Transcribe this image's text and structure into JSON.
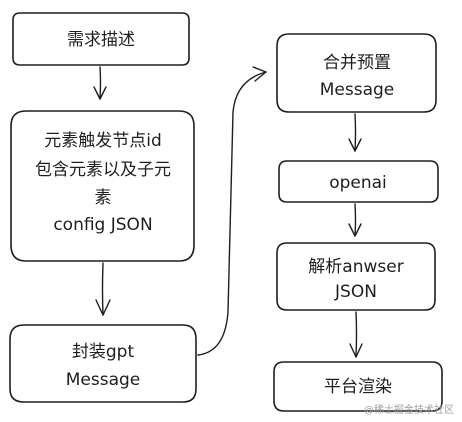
{
  "nodes": [
    {
      "id": "requirement",
      "lines": [
        "需求描述"
      ]
    },
    {
      "id": "element-node",
      "lines": [
        "元素触发节点id",
        "包含元素以及子元",
        "素",
        "config JSON"
      ]
    },
    {
      "id": "wrap-gpt",
      "lines": [
        "封装gpt",
        "Message"
      ]
    },
    {
      "id": "merge-preset",
      "lines": [
        "合并预置",
        "Message"
      ]
    },
    {
      "id": "openai",
      "lines": [
        "openai"
      ]
    },
    {
      "id": "parse-answer",
      "lines": [
        "解析anwser",
        "JSON"
      ]
    },
    {
      "id": "platform-render",
      "lines": [
        "平台渲染"
      ]
    }
  ],
  "edges": [
    {
      "from": "requirement",
      "to": "element-node"
    },
    {
      "from": "element-node",
      "to": "wrap-gpt"
    },
    {
      "from": "wrap-gpt",
      "to": "merge-preset"
    },
    {
      "from": "merge-preset",
      "to": "openai"
    },
    {
      "from": "openai",
      "to": "parse-answer"
    },
    {
      "from": "parse-answer",
      "to": "platform-render"
    }
  ],
  "watermark": "@稀土掘金技术社区"
}
